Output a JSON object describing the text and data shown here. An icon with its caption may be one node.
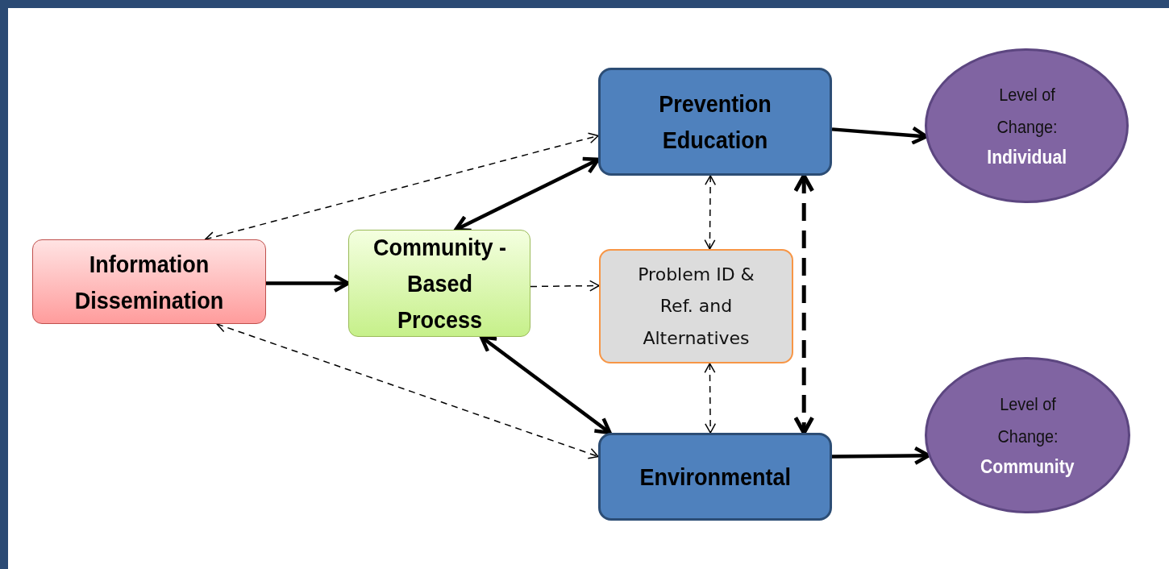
{
  "diagram": {
    "nodes": [
      {
        "text": [
          "Information Dissemination"
        ]
      },
      {
        "text": [
          "Community -Based Process"
        ]
      },
      {
        "text": [
          "Prevention Education"
        ]
      },
      {
        "text": [
          "Problem ID & Ref. and Alternatives"
        ]
      },
      {
        "text": [
          "Environmental"
        ]
      },
      {
        "text": [
          "Level of Change:",
          "Individual"
        ]
      },
      {
        "text": [
          "Level of Change:",
          "Community"
        ]
      }
    ],
    "edges": [
      {
        "from": 0,
        "to": 1,
        "arrow": "to"
      },
      {
        "from": 0,
        "to": 2,
        "arrow": "both",
        "style": "dashed"
      },
      {
        "from": 0,
        "to": 4,
        "arrow": "both",
        "style": "dashed"
      },
      {
        "from": 1,
        "to": 2,
        "arrow": "both"
      },
      {
        "from": 1,
        "to": 4,
        "arrow": "both"
      },
      {
        "from": 1,
        "to": 3,
        "arrow": "to",
        "style": "dashed"
      },
      {
        "from": 2,
        "to": 3,
        "arrow": "both",
        "style": "dashed"
      },
      {
        "from": 3,
        "to": 4,
        "arrow": "both",
        "style": "dashed"
      },
      {
        "from": 2,
        "to": 4,
        "arrow": "both",
        "style": "dashed"
      },
      {
        "from": 2,
        "to": 5,
        "arrow": "to"
      },
      {
        "from": 4,
        "to": 6,
        "arrow": "to"
      }
    ]
  }
}
